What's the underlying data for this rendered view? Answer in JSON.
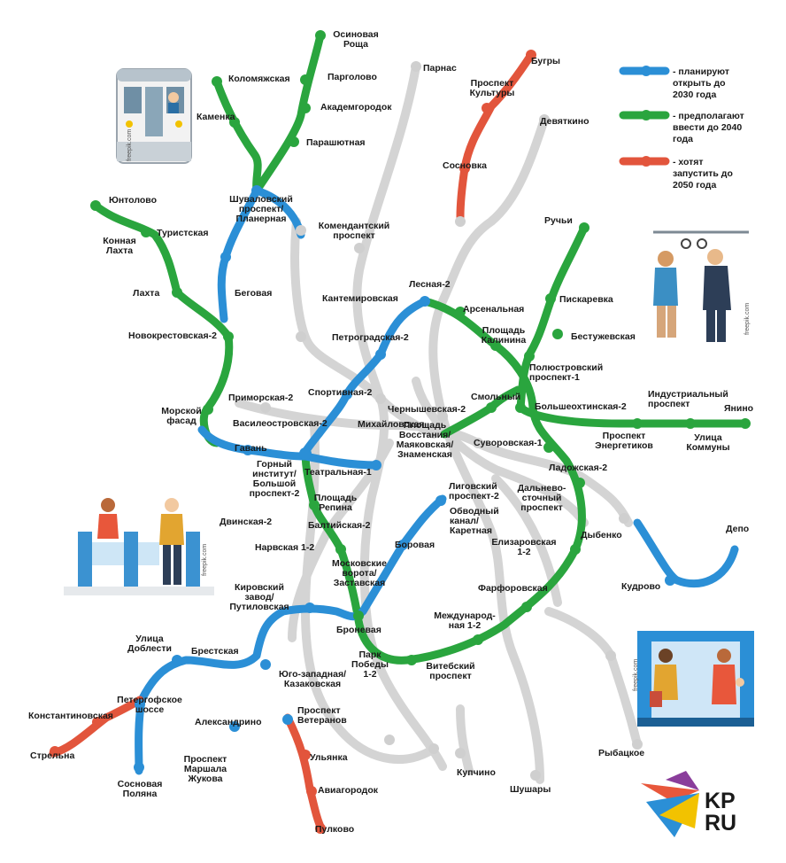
{
  "colors": {
    "blue": "#2b8fd6",
    "green": "#2aa53e",
    "red": "#e2553c",
    "gray": "#d4d4d4",
    "text": "#1a1a1a"
  },
  "legend": [
    {
      "color": "blue",
      "text": [
        "- планируют",
        "открыть до",
        "2030 года"
      ]
    },
    {
      "color": "green",
      "text": [
        "- предполагают",
        "ввести до 2040",
        "года"
      ]
    },
    {
      "color": "red",
      "text": [
        "- хотят",
        "запустить до",
        "2050 года"
      ]
    }
  ],
  "stations": [
    {
      "id": "osinovaya",
      "lines": [
        "Осиновая",
        "Роща"
      ]
    },
    {
      "id": "pargolovo",
      "lines": [
        "Парголово"
      ]
    },
    {
      "id": "kolomyazhskaya",
      "lines": [
        "Коломяжская"
      ]
    },
    {
      "id": "akademgorodok",
      "lines": [
        "Академгородок"
      ]
    },
    {
      "id": "kamenka",
      "lines": [
        "Каменка"
      ]
    },
    {
      "id": "parashyutnaya",
      "lines": [
        "Парашютная"
      ]
    },
    {
      "id": "shuvalovsky",
      "lines": [
        "Шуваловский",
        "проспект/",
        "Планерная"
      ]
    },
    {
      "id": "parnas",
      "lines": [
        "Парнас"
      ]
    },
    {
      "id": "bugry",
      "lines": [
        "Бугры"
      ]
    },
    {
      "id": "pr-kultury",
      "lines": [
        "Проспект",
        "Культуры"
      ]
    },
    {
      "id": "devyatkino",
      "lines": [
        "Девяткино"
      ]
    },
    {
      "id": "sosnovka",
      "lines": [
        "Сосновка"
      ]
    },
    {
      "id": "yuntolovo",
      "lines": [
        "Юнтолово"
      ]
    },
    {
      "id": "konnaya-lakhta",
      "lines": [
        "Конная",
        "Лахта"
      ]
    },
    {
      "id": "turistskaya",
      "lines": [
        "Туристская"
      ]
    },
    {
      "id": "komendantsky",
      "lines": [
        "Комендантский",
        "проспект"
      ]
    },
    {
      "id": "ruchyi",
      "lines": [
        "Ручьи"
      ]
    },
    {
      "id": "lakhta",
      "lines": [
        "Лахта"
      ]
    },
    {
      "id": "begovaya",
      "lines": [
        "Беговая"
      ]
    },
    {
      "id": "kantemirovskaya",
      "lines": [
        "Кантемировская"
      ]
    },
    {
      "id": "lesnaya-2",
      "lines": [
        "Лесная-2"
      ]
    },
    {
      "id": "arsenalnaya",
      "lines": [
        "Арсенальная"
      ]
    },
    {
      "id": "piskarevka",
      "lines": [
        "Пискаревка"
      ]
    },
    {
      "id": "novokrestovskaya",
      "lines": [
        "Новокрестовская-2"
      ]
    },
    {
      "id": "petrogradskaya",
      "lines": [
        "Петроградская-2"
      ]
    },
    {
      "id": "pl-kalinina",
      "lines": [
        "Площадь",
        "Калинина"
      ]
    },
    {
      "id": "bestuzhevskaya",
      "lines": [
        "Бестужевская"
      ]
    },
    {
      "id": "polyustrovsky",
      "lines": [
        "Полюстровский",
        "проспект-1"
      ]
    },
    {
      "id": "industrialny",
      "lines": [
        "Индустриальный",
        "проспект"
      ]
    },
    {
      "id": "sportivnaya",
      "lines": [
        "Спортивная-2"
      ]
    },
    {
      "id": "primorskaya",
      "lines": [
        "Приморская-2"
      ]
    },
    {
      "id": "smolny",
      "lines": [
        "Смольный"
      ]
    },
    {
      "id": "bolsheokhtinskaya",
      "lines": [
        "Большеохтинская-2"
      ]
    },
    {
      "id": "yanino",
      "lines": [
        "Янино"
      ]
    },
    {
      "id": "morskoy-fasad",
      "lines": [
        "Морской",
        "фасад"
      ]
    },
    {
      "id": "chernyshevskaya",
      "lines": [
        "Чернышевская-2"
      ]
    },
    {
      "id": "vasileostrovskaya",
      "lines": [
        "Василеостровская-2"
      ]
    },
    {
      "id": "mikhaylovskaya",
      "lines": [
        "Михайловская"
      ]
    },
    {
      "id": "pl-vosstaniya",
      "lines": [
        "Площадь",
        "Восстания/",
        "Маяковская/",
        "Знаменская"
      ]
    },
    {
      "id": "suvorovskaya",
      "lines": [
        "Суворовская-1"
      ]
    },
    {
      "id": "pr-energetikov",
      "lines": [
        "Проспект",
        "Энергетиков"
      ]
    },
    {
      "id": "ul-kommuny",
      "lines": [
        "Улица",
        "Коммуны"
      ]
    },
    {
      "id": "gavan",
      "lines": [
        "Гавань"
      ]
    },
    {
      "id": "gorny",
      "lines": [
        "Горный",
        "институт/",
        "Большой",
        "проспект-2"
      ]
    },
    {
      "id": "teatralnaya",
      "lines": [
        "Театральная-1"
      ]
    },
    {
      "id": "ladozhskaya",
      "lines": [
        "Ладожская-2"
      ]
    },
    {
      "id": "ligovsky",
      "lines": [
        "Лиговский",
        "проспект-2"
      ]
    },
    {
      "id": "dalnevostochny",
      "lines": [
        "Дальнево-",
        "сточный",
        "проспект"
      ]
    },
    {
      "id": "pl-repina",
      "lines": [
        "Площадь",
        "Репина"
      ]
    },
    {
      "id": "obvodny",
      "lines": [
        "Обводный",
        "канал/",
        "Каретная"
      ]
    },
    {
      "id": "dvinskaya",
      "lines": [
        "Двинская-2"
      ]
    },
    {
      "id": "baltiyskaya",
      "lines": [
        "Балтийская-2"
      ]
    },
    {
      "id": "depo",
      "lines": [
        "Депо"
      ]
    },
    {
      "id": "dybenko",
      "lines": [
        "Дыбенко"
      ]
    },
    {
      "id": "narvskaya",
      "lines": [
        "Нарвская 1-2"
      ]
    },
    {
      "id": "borovaya",
      "lines": [
        "Боровая"
      ]
    },
    {
      "id": "elizarovskaya",
      "lines": [
        "Елизаровская",
        "1-2"
      ]
    },
    {
      "id": "mosk-vorota",
      "lines": [
        "Московские",
        "ворота/",
        "Заставская"
      ]
    },
    {
      "id": "kudrovo",
      "lines": [
        "Кудрово"
      ]
    },
    {
      "id": "farforovskaya",
      "lines": [
        "Фарфоровская"
      ]
    },
    {
      "id": "kirovsky",
      "lines": [
        "Кировский",
        "завод/",
        "Путиловская"
      ]
    },
    {
      "id": "mezhdunarodnaya",
      "lines": [
        "Международ-",
        "ная 1-2"
      ]
    },
    {
      "id": "bronevaya",
      "lines": [
        "Броневая"
      ]
    },
    {
      "id": "ul-doblesti",
      "lines": [
        "Улица",
        "Доблести"
      ]
    },
    {
      "id": "brestskaya",
      "lines": [
        "Брестская"
      ]
    },
    {
      "id": "park-pobedy",
      "lines": [
        "Парк",
        "Победы",
        "1-2"
      ]
    },
    {
      "id": "vitebsky",
      "lines": [
        "Витебский",
        "проспект"
      ]
    },
    {
      "id": "yugo-zapadnaya",
      "lines": [
        "Юго-западная/",
        "Казаковская"
      ]
    },
    {
      "id": "petergofskoe",
      "lines": [
        "Петергофское",
        "шоссе"
      ]
    },
    {
      "id": "konstantinovskaya",
      "lines": [
        "Константиновская"
      ]
    },
    {
      "id": "aleksandrino",
      "lines": [
        "Александрино"
      ]
    },
    {
      "id": "pr-veteranov",
      "lines": [
        "Проспект",
        "Ветеранов"
      ]
    },
    {
      "id": "rybatskoe",
      "lines": [
        "Рыбацкое"
      ]
    },
    {
      "id": "strelna",
      "lines": [
        "Стрельна"
      ]
    },
    {
      "id": "ulyanka",
      "lines": [
        "Ульянка"
      ]
    },
    {
      "id": "pr-zhukova",
      "lines": [
        "Проспект",
        "Маршала",
        "Жукова"
      ]
    },
    {
      "id": "kupchino",
      "lines": [
        "Купчино"
      ]
    },
    {
      "id": "avigorodok",
      "lines": [
        "Авиагородок"
      ]
    },
    {
      "id": "sosnovaya-polyana",
      "lines": [
        "Сосновая",
        "Поляна"
      ]
    },
    {
      "id": "shushary",
      "lines": [
        "Шушары"
      ]
    },
    {
      "id": "pulkovo",
      "lines": [
        "Пулково"
      ]
    }
  ],
  "credits": {
    "freepik": "freepik.com",
    "logo_top": "KP",
    "logo_bottom": "RU"
  }
}
